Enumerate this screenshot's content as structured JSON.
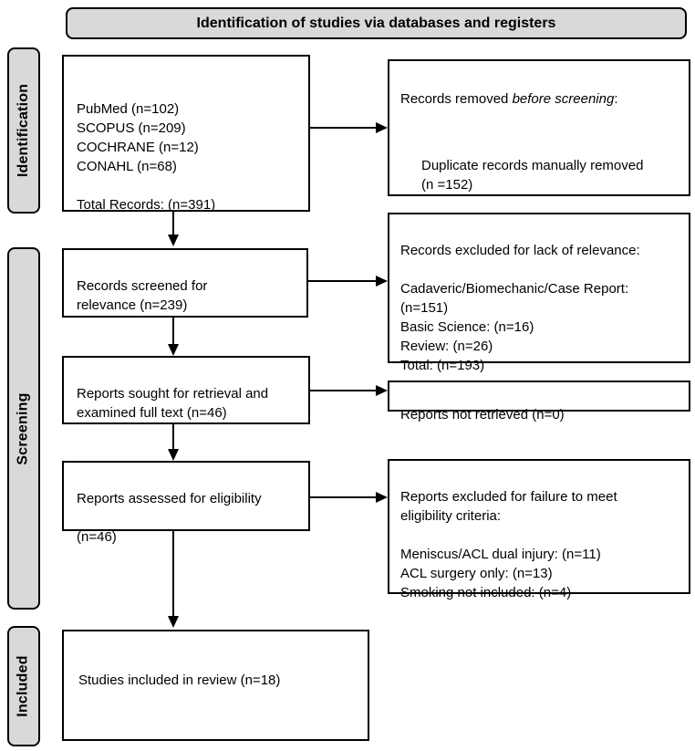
{
  "header": {
    "title": "Identification of studies via databases and registers"
  },
  "sidebar": {
    "identification_label": "Identification",
    "screening_label": "Screening",
    "included_label": "Included"
  },
  "boxes": {
    "databases": {
      "text": "PubMed (n=102)\nSCOPUS (n=209)\nCOCHRANE (n=12)\nCONAHL (n=68)\n\nTotal Records: (n=391)"
    },
    "removed_before_screening": {
      "title_prefix": "Records removed ",
      "title_italic": "before screening",
      "title_suffix": ":",
      "body": "Duplicate records manually removed\n(n =152)"
    },
    "records_screened": {
      "text": "Records screened for\nrelevance (n=239)"
    },
    "excluded_relevance": {
      "text": "Records excluded for lack of relevance:\n\nCadaveric/Biomechanic/Case Report:\n(n=151)\nBasic Science: (n=16)\nReview: (n=26)\nTotal: (n=193)"
    },
    "reports_sought": {
      "text": "Reports sought for retrieval and\nexamined full text (n=46)"
    },
    "reports_not_retrieved": {
      "text": "Reports not retrieved (n=0)"
    },
    "reports_assessed": {
      "text": "Reports assessed for eligibility\n\n(n=46)"
    },
    "excluded_eligibility": {
      "text": "Reports excluded for failure to meet\neligibility criteria:\n\nMeniscus/ACL dual injury: (n=11)\nACL surgery only: (n=13)\nSmoking not included: (n=4)"
    },
    "studies_included": {
      "text": "Studies included in review (n=18)"
    }
  },
  "colors": {
    "gray_fill": "#d9d9d9",
    "box_fill": "#ffffff",
    "border": "#000000"
  }
}
